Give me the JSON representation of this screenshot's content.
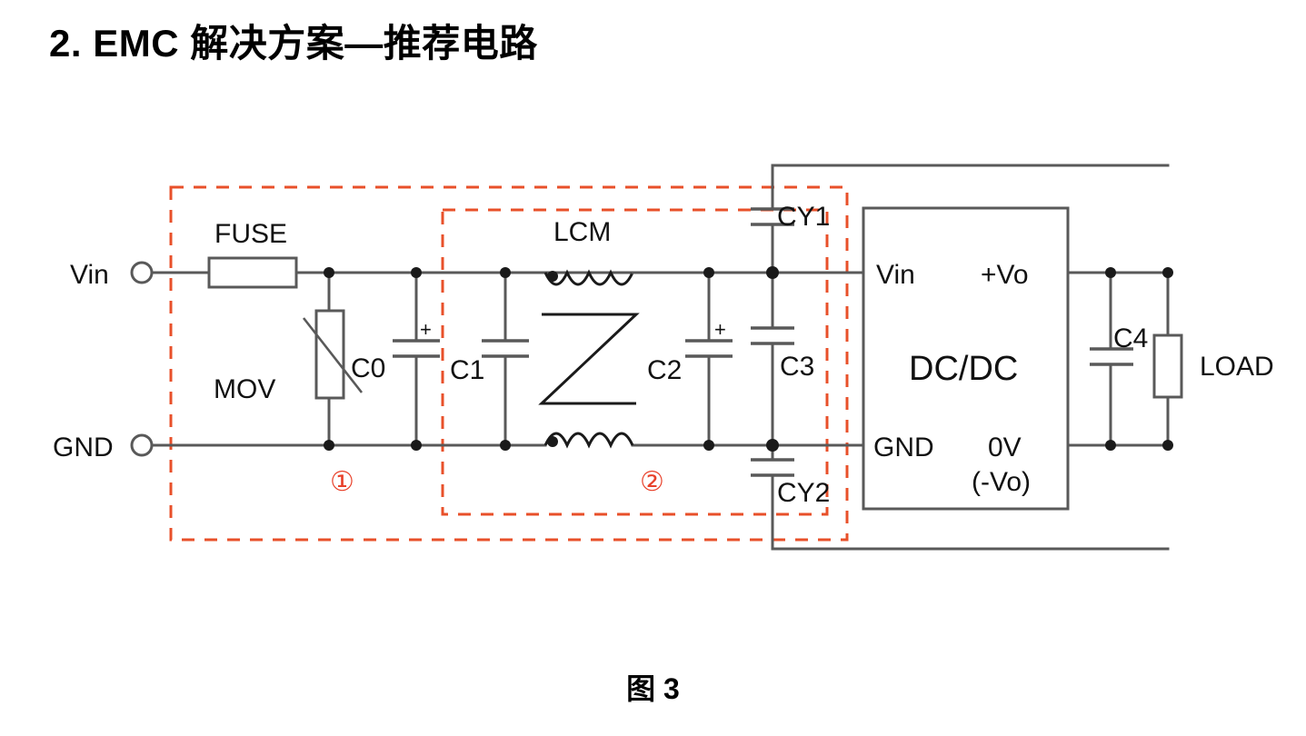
{
  "slide": {
    "title": "2. EMC 解决方案—推荐电路",
    "caption": "图 3"
  },
  "terminals": {
    "input_positive": "Vin",
    "input_ground": "GND"
  },
  "components": {
    "fuse": "FUSE",
    "mov": "MOV",
    "c0": "C0",
    "c1": "C1",
    "lcm": "LCM",
    "c2": "C2",
    "cy1": "CY1",
    "c3": "C3",
    "cy2": "CY2",
    "c4": "C4",
    "load": "LOAD"
  },
  "polarity": {
    "c0_plus": "+",
    "c2_plus": "+"
  },
  "converter": {
    "body_label": "DC/DC",
    "pin_in_positive": "Vin",
    "pin_in_ground": "GND",
    "pin_out_positive": "+Vo",
    "pin_out_zero": "0V",
    "pin_out_zero_alt": "(-Vo)"
  },
  "stage_markers": {
    "stage_one": "①",
    "stage_two": "②"
  },
  "colors": {
    "dashed_box": "#e8502a",
    "marker_red": "#e8412a",
    "wire": "#595959",
    "text": "#111111"
  }
}
